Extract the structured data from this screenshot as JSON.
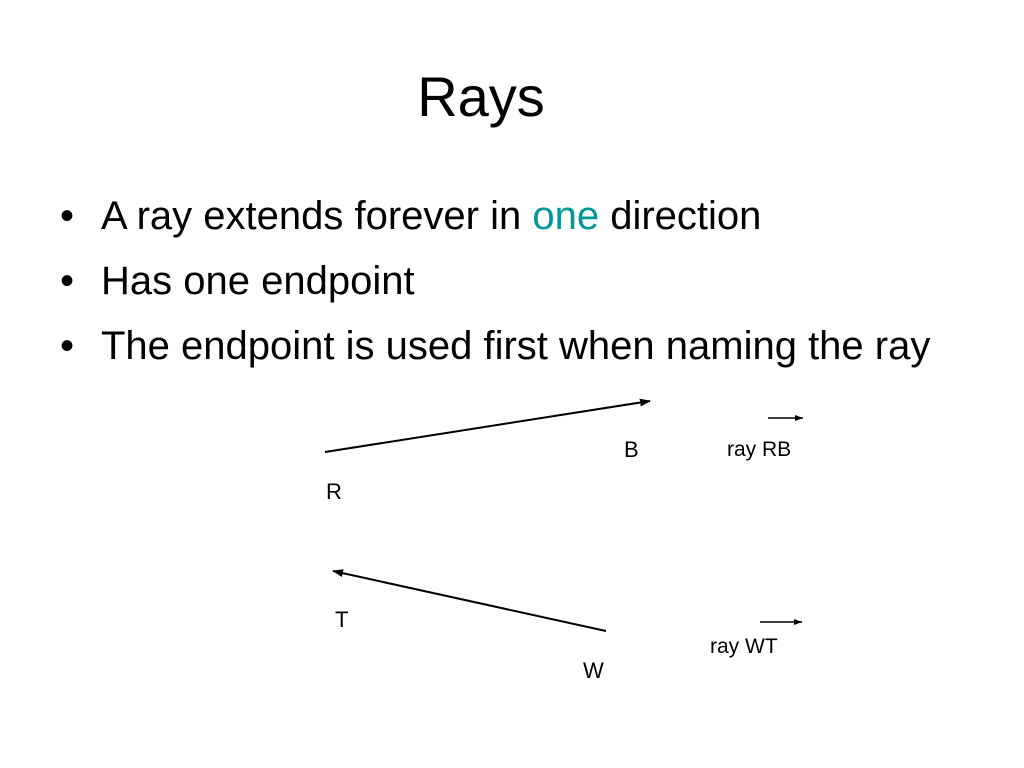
{
  "title": "Rays",
  "bullets": [
    {
      "before": "A ray extends forever in ",
      "highlight": "one",
      "after": " direction"
    },
    {
      "text": "Has one endpoint"
    },
    {
      "text": "The endpoint is used first when naming the ray"
    }
  ],
  "diagram": {
    "ray_rb": {
      "endpoint_label": "R",
      "through_label": "B",
      "name": "ray RB"
    },
    "ray_wt": {
      "endpoint_label": "W",
      "through_label": "T",
      "name": "ray WT"
    }
  },
  "colors": {
    "text": "#000000",
    "accent": "#009999",
    "background": "#ffffff"
  }
}
